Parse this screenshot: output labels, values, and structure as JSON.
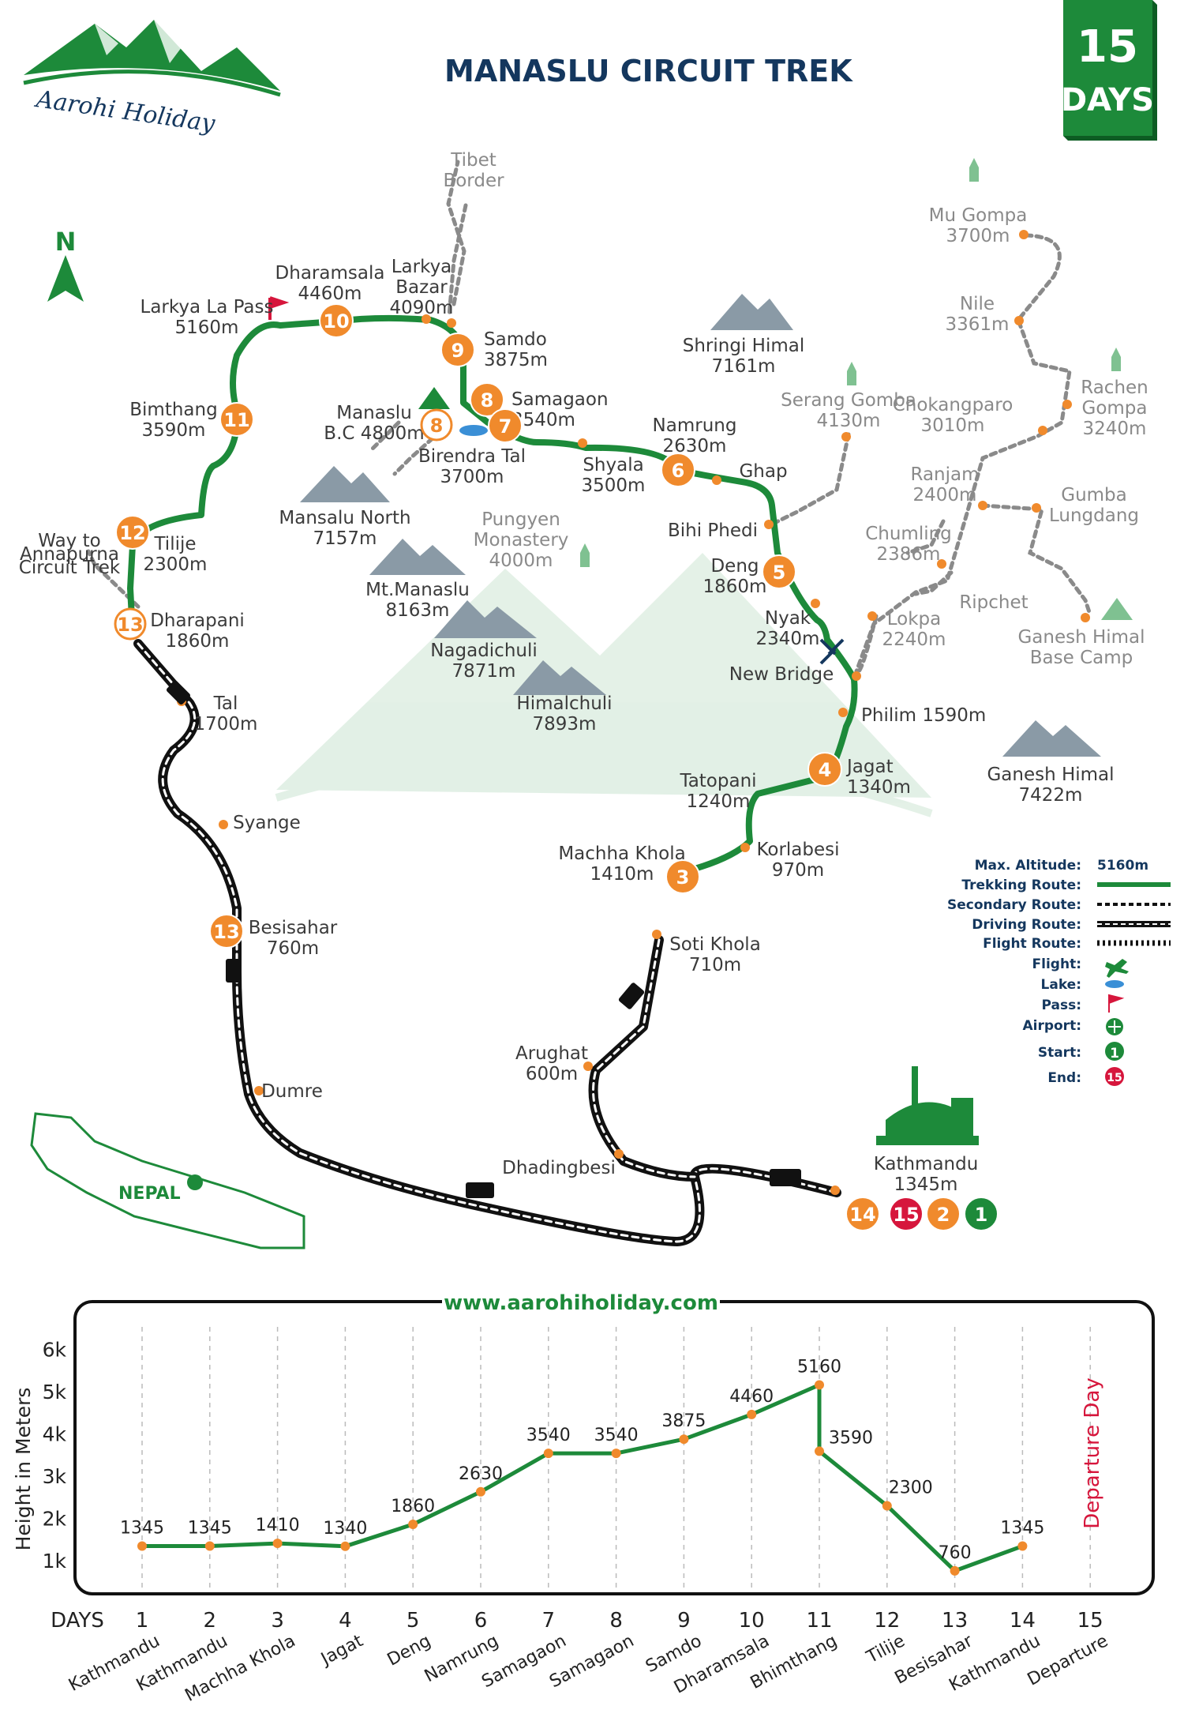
{
  "brand": {
    "name": "Aarohi Holiday",
    "url": "www.aarohiholiday.com"
  },
  "title": "MANASLU CIRCUIT TREK",
  "duration": {
    "number": "15",
    "unit": "DAYS"
  },
  "north_label": "N",
  "colors": {
    "trek": "#1d8a3a",
    "orange": "#f08a2c",
    "red": "#d6163c",
    "navy": "#14375e",
    "grey": "#8a8a8a"
  },
  "places": [
    {
      "id": "tibet",
      "lines": [
        "Tibet",
        "Border"
      ]
    },
    {
      "id": "larkya-bazar",
      "lines": [
        "Larkya",
        "Bazar",
        "4090m"
      ]
    },
    {
      "id": "dharamsala",
      "lines": [
        "Dharamsala",
        "4460m"
      ]
    },
    {
      "id": "larkya-pass",
      "lines": [
        "Larkya La Pass",
        "5160m"
      ]
    },
    {
      "id": "samdo",
      "lines": [
        "Samdo",
        "3875m"
      ]
    },
    {
      "id": "samagaon",
      "lines": [
        "Samagaon",
        "3540m"
      ]
    },
    {
      "id": "manaslu-bc",
      "lines": [
        "Manaslu",
        "B.C 4800m"
      ]
    },
    {
      "id": "birendra",
      "lines": [
        "Birendra Tal",
        "3700m"
      ]
    },
    {
      "id": "bimthang",
      "lines": [
        "Bimthang",
        "3590m"
      ]
    },
    {
      "id": "shyala",
      "lines": [
        "Shyala",
        "3500m"
      ]
    },
    {
      "id": "namrung",
      "lines": [
        "Namrung",
        "2630m"
      ]
    },
    {
      "id": "ghap",
      "lines": [
        "Ghap"
      ]
    },
    {
      "id": "bihi",
      "lines": [
        "Bihi Phedi"
      ]
    },
    {
      "id": "deng",
      "lines": [
        "Deng",
        "1860m"
      ]
    },
    {
      "id": "nyak",
      "lines": [
        "Nyak",
        "2340m"
      ]
    },
    {
      "id": "newbridge",
      "lines": [
        "New Bridge"
      ]
    },
    {
      "id": "philim",
      "lines": [
        "Philim 1590m"
      ]
    },
    {
      "id": "jagat",
      "lines": [
        "Jagat",
        "1340m"
      ]
    },
    {
      "id": "tatopani",
      "lines": [
        "Tatopani",
        "1240m"
      ]
    },
    {
      "id": "korlabesi",
      "lines": [
        "Korlabesi",
        "970m"
      ]
    },
    {
      "id": "machha",
      "lines": [
        "Machha Khola",
        "1410m"
      ]
    },
    {
      "id": "soti",
      "lines": [
        "Soti Khola",
        "710m"
      ]
    },
    {
      "id": "arughat",
      "lines": [
        "Arughat",
        "600m"
      ]
    },
    {
      "id": "dhading",
      "lines": [
        "Dhadingbesi"
      ]
    },
    {
      "id": "kathmandu",
      "lines": [
        "Kathmandu",
        "1345m"
      ]
    },
    {
      "id": "tilije",
      "lines": [
        "Tilije",
        "2300m"
      ]
    },
    {
      "id": "way",
      "lines": [
        "Way to",
        "Annapurna",
        "Circuit Trek"
      ]
    },
    {
      "id": "dharapani",
      "lines": [
        "Dharapani",
        "1860m"
      ]
    },
    {
      "id": "tal",
      "lines": [
        "Tal",
        "1700m"
      ]
    },
    {
      "id": "syange",
      "lines": [
        "Syange"
      ]
    },
    {
      "id": "besisahar",
      "lines": [
        "Besisahar",
        "760m"
      ]
    },
    {
      "id": "dumre",
      "lines": [
        "Dumre"
      ]
    },
    {
      "id": "mu",
      "lines": [
        "Mu Gompa",
        "3700m"
      ]
    },
    {
      "id": "nile",
      "lines": [
        "Nile",
        "3361m"
      ]
    },
    {
      "id": "rachen",
      "lines": [
        "Rachen",
        "Gompa",
        "3240m"
      ]
    },
    {
      "id": "chokang",
      "lines": [
        "Chokangparo",
        "3010m"
      ]
    },
    {
      "id": "serang",
      "lines": [
        "Serang Gomba",
        "4130m"
      ]
    },
    {
      "id": "ranjam",
      "lines": [
        "Ranjam",
        "2400m"
      ]
    },
    {
      "id": "gumba",
      "lines": [
        "Gumba",
        "Lungdang"
      ]
    },
    {
      "id": "chumling",
      "lines": [
        "Chumling",
        "2386m"
      ]
    },
    {
      "id": "ripchet",
      "lines": [
        "Ripchet"
      ]
    },
    {
      "id": "lokpa",
      "lines": [
        "Lokpa",
        "2240m"
      ]
    },
    {
      "id": "ganesh-bc",
      "lines": [
        "Ganesh Himal",
        "Base Camp"
      ]
    },
    {
      "id": "pungyen",
      "lines": [
        "Pungyen",
        "Monastery",
        "4000m"
      ]
    },
    {
      "id": "nepal",
      "lines": [
        "NEPAL"
      ]
    }
  ],
  "mountains": [
    {
      "id": "shringi",
      "lines": [
        "Shringi Himal",
        "7161m"
      ]
    },
    {
      "id": "mansalu-north",
      "lines": [
        "Mansalu North",
        "7157m"
      ]
    },
    {
      "id": "mt-manaslu",
      "lines": [
        "Mt.Manaslu",
        "8163m"
      ]
    },
    {
      "id": "nagadichuli",
      "lines": [
        "Nagadichuli",
        "7871m"
      ]
    },
    {
      "id": "himalchuli",
      "lines": [
        "Himalchuli",
        "7893m"
      ]
    },
    {
      "id": "ganesh",
      "lines": [
        "Ganesh Himal",
        "7422m"
      ]
    }
  ],
  "day_badges": [
    "10",
    "9",
    "8",
    "8",
    "7",
    "11",
    "12",
    "13",
    "6",
    "5",
    "4",
    "3",
    "13",
    "14",
    "15",
    "2",
    "1"
  ],
  "legend": {
    "max_altitude_label": "Max. Altitude:",
    "max_altitude_value": "5160m",
    "items": [
      "Trekking Route:",
      "Secondary Route:",
      "Driving Route:",
      "Flight Route:",
      "Flight:",
      "Lake:",
      "Pass:",
      "Airport:",
      "Start:",
      "End:"
    ],
    "start_value": "1",
    "end_value": "15"
  },
  "chart_data": {
    "type": "line",
    "title": "",
    "xlabel": "DAYS",
    "ylabel": "Height in Meters",
    "ylim": [
      0,
      6500
    ],
    "y_ticks": [
      "1k",
      "2k",
      "3k",
      "4k",
      "5k",
      "6k"
    ],
    "x": [
      "1",
      "2",
      "3",
      "4",
      "5",
      "6",
      "7",
      "8",
      "9",
      "10",
      "11",
      "11",
      "12",
      "13",
      "14"
    ],
    "day_numbers": [
      "1",
      "2",
      "3",
      "4",
      "5",
      "6",
      "7",
      "8",
      "9",
      "10",
      "11",
      "12",
      "13",
      "14",
      "15"
    ],
    "day_names": [
      "Kathmandu",
      "Kathmandu",
      "Machha Khola",
      "Jagat",
      "Deng",
      "Namrung",
      "Samagaon",
      "Samagaon",
      "Samdo",
      "Dharamsala",
      "Bhimthang",
      "Tilije",
      "Besisahar",
      "Kathmandu",
      "Departure"
    ],
    "series": [
      {
        "values": [
          1345,
          1345,
          1410,
          1340,
          1860,
          2630,
          3540,
          3540,
          3875,
          4460,
          5160,
          3590,
          2300,
          760,
          1345
        ]
      }
    ],
    "departure_label": "Departure Day"
  }
}
